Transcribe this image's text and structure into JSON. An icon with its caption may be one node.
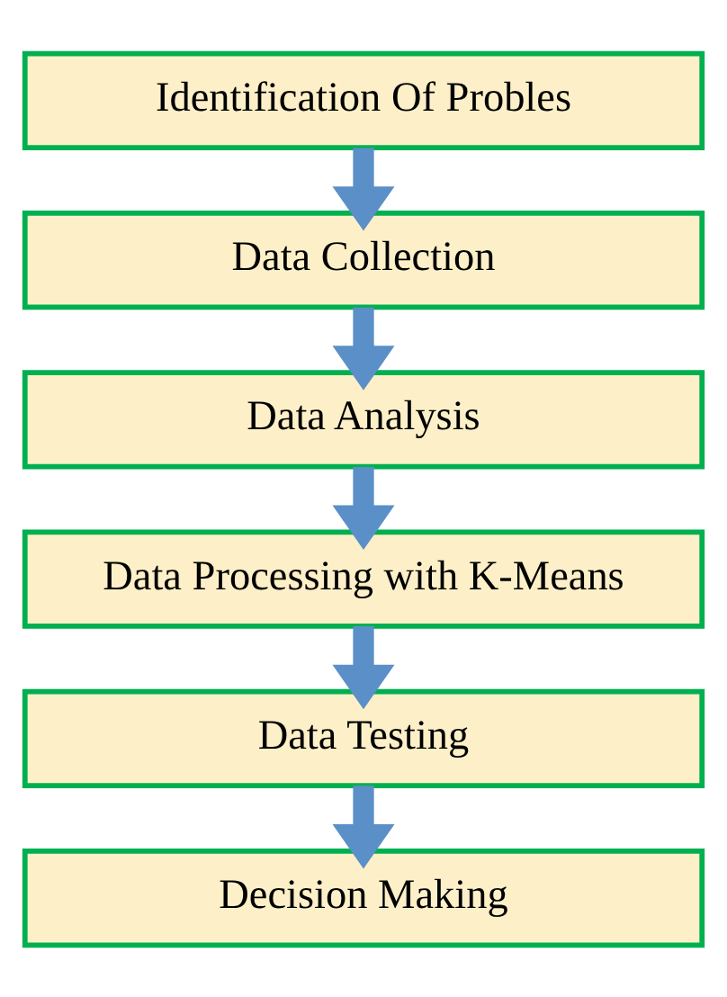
{
  "diagram": {
    "nodes": [
      {
        "text": [
          "Identification Of Probles"
        ]
      },
      {
        "text": [
          "Data Collection"
        ]
      },
      {
        "text": [
          "Data Analysis"
        ]
      },
      {
        "text": [
          "Data Processing with K-Means"
        ]
      },
      {
        "text": [
          "Data Testing"
        ]
      },
      {
        "text": [
          "Decision Making"
        ]
      }
    ],
    "edges": [
      {
        "from": 0,
        "to": 1,
        "arrow": "to"
      },
      {
        "from": 1,
        "to": 2,
        "arrow": "to"
      },
      {
        "from": 2,
        "to": 3,
        "arrow": "to"
      },
      {
        "from": 3,
        "to": 4,
        "arrow": "to"
      },
      {
        "from": 4,
        "to": 5,
        "arrow": "to"
      }
    ]
  }
}
